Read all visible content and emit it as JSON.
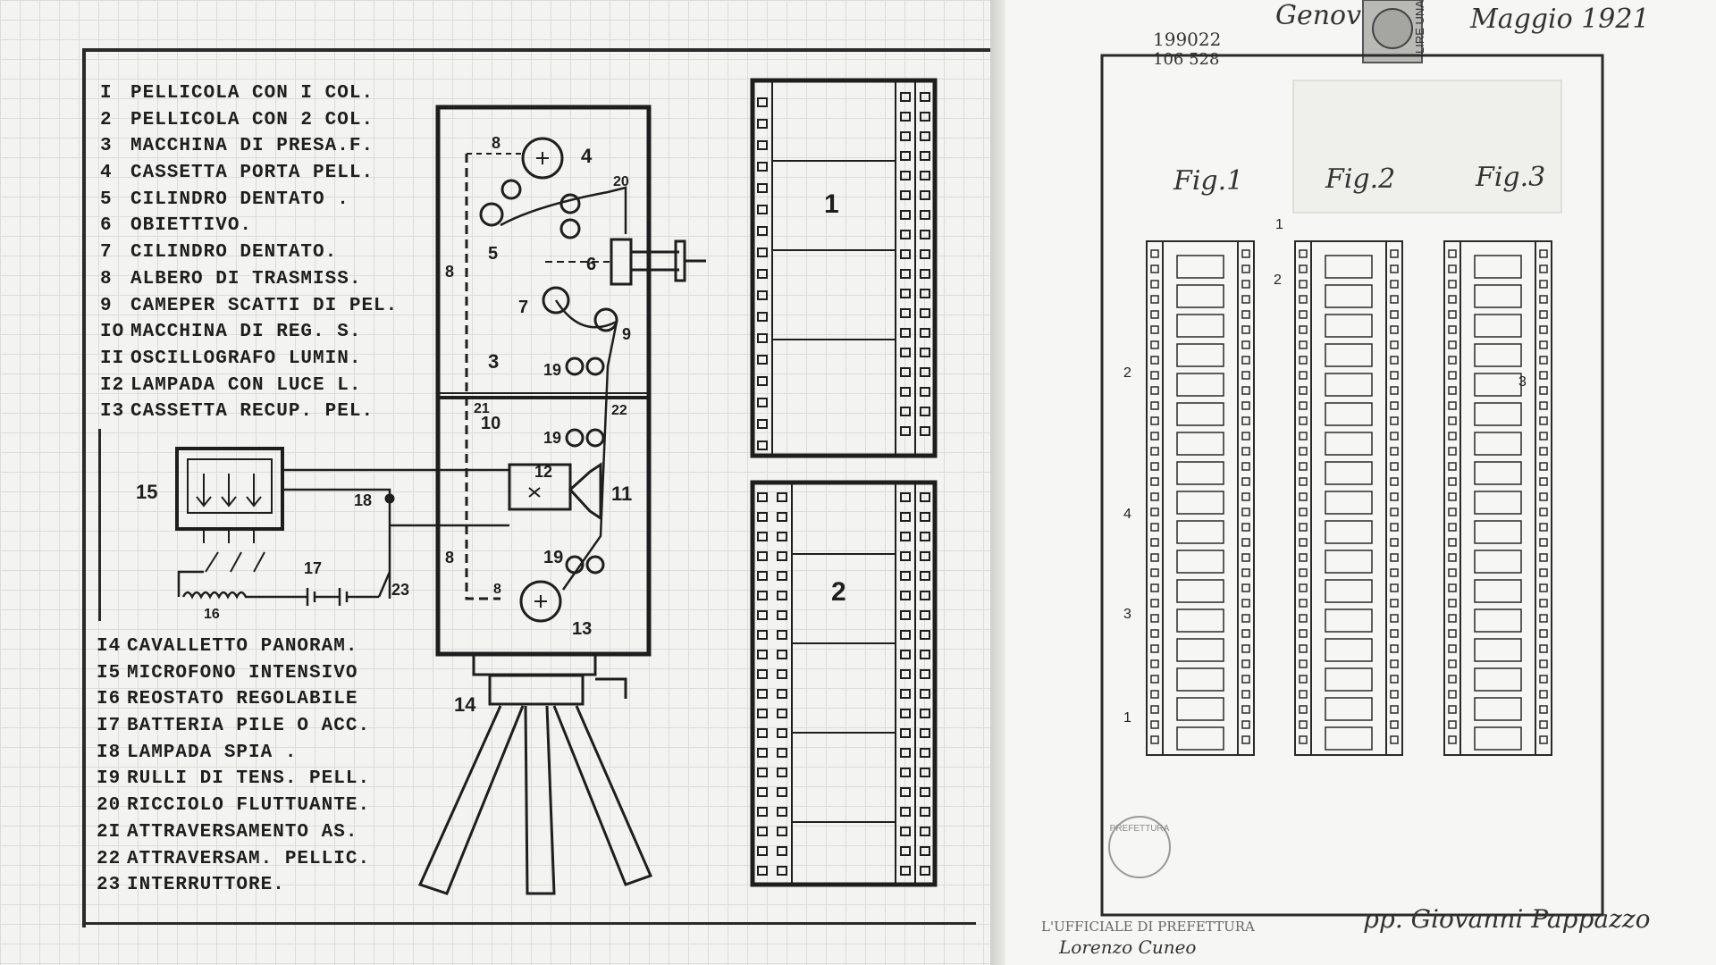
{
  "left": {
    "legend_top": [
      {
        "num": "I",
        "text": "PELLICOLA CON I COL."
      },
      {
        "num": "2",
        "text": "PELLICOLA CON 2 COL."
      },
      {
        "num": "3",
        "text": "MACCHINA DI PRESA.F."
      },
      {
        "num": "4",
        "text": "CASSETTA PORTA PELL."
      },
      {
        "num": "5",
        "text": "CILINDRO DENTATO ."
      },
      {
        "num": "6",
        "text": "OBIETTIVO."
      },
      {
        "num": "7",
        "text": "CILINDRO DENTATO."
      },
      {
        "num": "8",
        "text": "ALBERO DI TRASMISS."
      },
      {
        "num": "9",
        "text": "CAMEPER SCATTI DI PEL."
      },
      {
        "num": "IO",
        "text": "MACCHINA DI REG. S."
      },
      {
        "num": "II",
        "text": "OSCILLOGRAFO LUMIN."
      },
      {
        "num": "I2",
        "text": "LAMPADA CON LUCE L."
      },
      {
        "num": "I3",
        "text": "CASSETTA RECUP. PEL."
      }
    ],
    "legend_bottom": [
      {
        "num": "I4",
        "text": "CAVALLETTO PANORAM."
      },
      {
        "num": "I5",
        "text": "MICROFONO INTENSIVO"
      },
      {
        "num": "I6",
        "text": "REOSTATO REGOLABILE"
      },
      {
        "num": "I7",
        "text": "BATTERIA PILE O ACC."
      },
      {
        "num": "I8",
        "text": "LAMPADA SPIA ."
      },
      {
        "num": "I9",
        "text": "RULLI DI TENS. PELL."
      },
      {
        "num": "20",
        "text": "RICCIOLO FLUTTUANTE."
      },
      {
        "num": "2I",
        "text": "ATTRAVERSAMENTO AS."
      },
      {
        "num": "22",
        "text": "ATTRAVERSAM. PELLIC."
      },
      {
        "num": "23",
        "text": "INTERRUTTORE."
      }
    ],
    "diagram_labels": {
      "n3": "3",
      "n4": "4",
      "n5": "5",
      "n6": "6",
      "n7": "7",
      "n8": "8",
      "n9": "9",
      "n10": "10",
      "n11": "11",
      "n12": "12",
      "n13": "13",
      "n14": "14",
      "n15": "15",
      "n16": "16",
      "n17": "17",
      "n18": "18",
      "n19": "19",
      "n20": "20",
      "n21": "21",
      "n22": "22",
      "n23": "23"
    },
    "film_labels": {
      "film1": "1",
      "film2": "2"
    }
  },
  "right": {
    "header_left": "Genova",
    "header_right": "Maggio 1921",
    "stamp_text": "LIRE UNA",
    "number_top": "199022",
    "number_bottom": "106 528",
    "fig_labels": [
      "Fig.1",
      "Fig.2",
      "Fig.3"
    ],
    "part_labels": {
      "p1": "1",
      "p2": "2",
      "p3": "3",
      "p4": "4"
    },
    "footer_office": "L'UFFICIALE DI PREFETTURA",
    "footer_name": "Lorenzo Cuneo",
    "signature": "pp. Giovanni Pappazzo",
    "seal_text": "PREFETTURA"
  },
  "colors": {
    "ink": "#1e1e1e",
    "paper_left": "#f3f3f1",
    "paper_right": "#f6f6f4",
    "grid": "#dcdcd8"
  }
}
